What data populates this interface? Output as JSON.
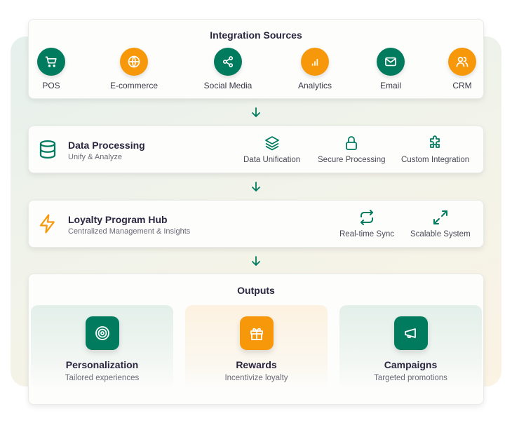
{
  "colors": {
    "green": "#007b5e",
    "orange": "#f7980a",
    "text": "#2b2640"
  },
  "sources": {
    "title": "Integration Sources",
    "items": [
      {
        "label": "POS",
        "icon": "shopping-cart-icon",
        "color": "green"
      },
      {
        "label": "E-commerce",
        "icon": "globe-icon",
        "color": "orange"
      },
      {
        "label": "Social Media",
        "icon": "share-icon",
        "color": "green"
      },
      {
        "label": "Analytics",
        "icon": "bar-chart-icon",
        "color": "orange"
      },
      {
        "label": "Email",
        "icon": "mail-icon",
        "color": "green"
      },
      {
        "label": "CRM",
        "icon": "users-icon",
        "color": "orange"
      }
    ]
  },
  "processing": {
    "title": "Data Processing",
    "subtitle": "Unify & Analyze",
    "icon": "database-icon",
    "features": [
      {
        "label": "Data Unification",
        "icon": "layers-icon"
      },
      {
        "label": "Secure Processing",
        "icon": "lock-icon"
      },
      {
        "label": "Custom Integration",
        "icon": "puzzle-icon"
      }
    ]
  },
  "hub": {
    "title": "Loyalty Program Hub",
    "subtitle": "Centralized Management & Insights",
    "icon": "lightning-icon",
    "features": [
      {
        "label": "Real-time Sync",
        "icon": "repeat-icon"
      },
      {
        "label": "Scalable System",
        "icon": "expand-icon"
      }
    ]
  },
  "outputs": {
    "title": "Outputs",
    "items": [
      {
        "title": "Personalization",
        "subtitle": "Tailored experiences",
        "icon": "target-icon",
        "color": "green"
      },
      {
        "title": "Rewards",
        "subtitle": "Incentivize loyalty",
        "icon": "gift-icon",
        "color": "orange"
      },
      {
        "title": "Campaigns",
        "subtitle": "Targeted promotions",
        "icon": "megaphone-icon",
        "color": "green"
      }
    ]
  }
}
